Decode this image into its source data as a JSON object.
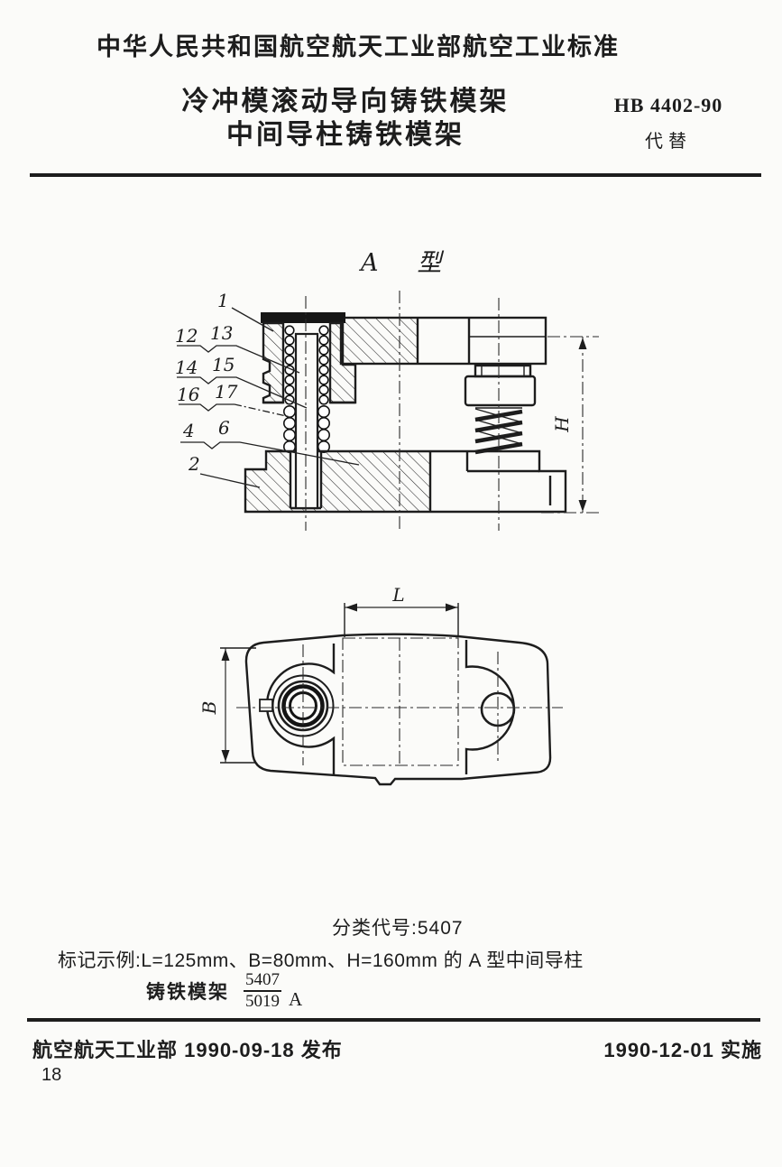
{
  "document": {
    "header": "中华人民共和国航空航天工业部航空工业标准",
    "title_line1": "冷冲模滚动导向铸铁模架",
    "title_line2": "中间导柱铸铁模架",
    "standard_number": "HB 4402-90",
    "supersedes_label": "代替",
    "page_number": "18"
  },
  "figure": {
    "view_label": "A　型",
    "callouts": [
      "1",
      "12",
      "13",
      "14",
      "15",
      "16",
      "17",
      "4",
      "6",
      "2"
    ],
    "dim_height": "H",
    "dim_length": "L",
    "dim_width": "B"
  },
  "notes": {
    "classification": "分类代号:5407",
    "marking_example": "标记示例:L=125mm、B=80mm、H=160mm 的 A 型中间导柱",
    "marking_prefix": "铸铁模架",
    "code_numerator": "5407",
    "code_denominator": "5019",
    "code_suffix": "A"
  },
  "footer": {
    "issued": "航空航天工业部 1990-09-18 发布",
    "effective": "1990-12-01 实施"
  },
  "colors": {
    "ink": "#1d1d1d",
    "paper": "#fbfbf9"
  }
}
